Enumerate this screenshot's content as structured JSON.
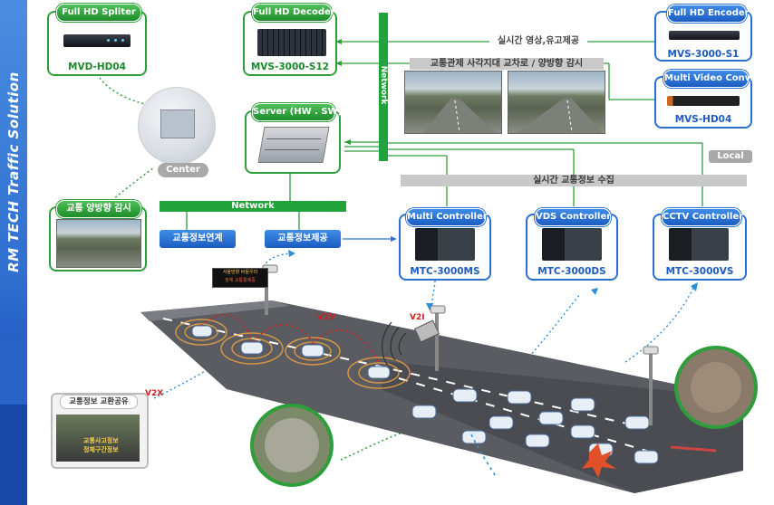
{
  "sidebar": {
    "title": "RM TECH Traffic Solution"
  },
  "devices": {
    "splitter": {
      "tag": "Full HD Spliter",
      "model": "MVD-HD04"
    },
    "decoder": {
      "tag": "Full HD Decoder",
      "model": "MVS-3000-S12"
    },
    "encoder": {
      "tag": "Full HD Encoder",
      "model": "MVS-3000-S1"
    },
    "multi_video": {
      "tag": "Multi Video Conv.",
      "model": "MVS-HD04"
    },
    "server": {
      "tag": "Server (HW . SW)"
    },
    "multi_controller": {
      "tag": "Multi Controller",
      "model": "MTC-3000MS"
    },
    "vds_controller": {
      "tag": "VDS Controller",
      "model": "MTC-3000DS"
    },
    "cctv_controller": {
      "tag": "CCTV Controller",
      "model": "MTC-3000VS"
    }
  },
  "labels": {
    "center": "Center",
    "network_vertical": "Network",
    "network_horizontal": "Network",
    "realtime_video": "실시간 영상,유고제공",
    "traffic_monitor": "교통관제 사각지대 교차로 / 양방향 감시",
    "local": "Local",
    "realtime_collect": "실시간 교통정보 수집",
    "bidirectional": "교통 양방향 감시",
    "info_link": "교통정보연계",
    "info_provide": "교통정보제공",
    "v2v": "V2V",
    "v2i": "V2I",
    "v2x": "V2X",
    "info_share": "교통정보 교환공유",
    "sign_text_1": "서울방향 버들우리",
    "sign_text_2": "정체 교통통제중",
    "in_car_1": "교통사고정보",
    "in_car_2": "정체구간정보"
  },
  "colors": {
    "green": "#2e9e3a",
    "blue": "#2b6fd1",
    "gray_bar": "#c9c9c9",
    "sidebar": "#2f6fd0"
  }
}
